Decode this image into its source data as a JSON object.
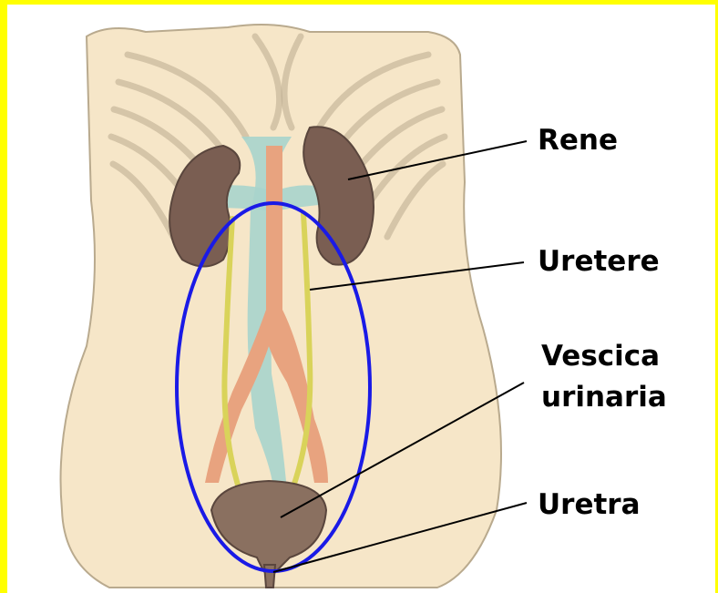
{
  "labels": {
    "kidney": "Rene",
    "ureter": "Uretere",
    "bladder_line1": "Vescica",
    "bladder_line2": "urinaria",
    "urethra": "Uretra"
  },
  "colors": {
    "frame": "#ffff00",
    "skin": "#f6e6c8",
    "skin_outline": "#b9aa8e",
    "kidney": "#7a5e52",
    "vessel_artery": "#e8a37f",
    "vessel_vein": "#a9d4cc",
    "ureter": "#d9d35a",
    "bladder": "#8a7060",
    "highlight_ellipse": "#1a1ae6",
    "leader_line": "#000000"
  }
}
